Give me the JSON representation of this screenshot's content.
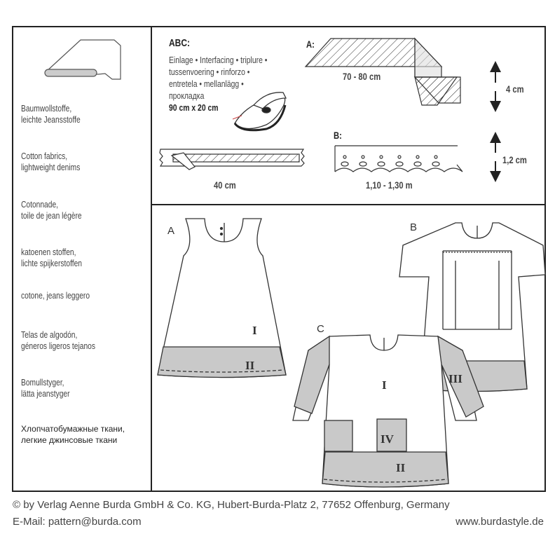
{
  "fabrics": [
    {
      "line1": "Baumwollstoffe,",
      "line2": "leichte Jeansstoffe"
    },
    {
      "line1": "Cotton fabrics,",
      "line2": "lightweight denims"
    },
    {
      "line1": "Cotonnade,",
      "line2": "toile de jean légère"
    },
    {
      "line1": "katoenen stoffen,",
      "line2": "lichte spijkerstoffen"
    },
    {
      "line1": "cotone, jeans leggero",
      "line2": ""
    },
    {
      "line1": "Telas de algodón,",
      "line2": "géneros ligeros tejanos"
    },
    {
      "line1": "Bomullstyger,",
      "line2": "lätta jeanstyger"
    },
    {
      "line1": "Хлопчатобумажные ткани,",
      "line2": "легкие джинсовые ткани"
    }
  ],
  "notions": {
    "abc_title": "ABC:",
    "interfacing_lines": [
      "Einlage • Interfacing • triplure •",
      "tussenvoering • rinforzo •",
      "entretela • mellanlägg •",
      "прокладка"
    ],
    "interfacing_size": "90 cm x 20 cm",
    "zipper_length": "40 cm",
    "a_title": "A:",
    "a_length": "70 - 80 cm",
    "a_width": "4 cm",
    "b_title": "B:",
    "b_length": "1,10 - 1,30 m",
    "b_width": "1,2 cm"
  },
  "views": {
    "a": {
      "label": "A",
      "pieces": [
        "I",
        "II"
      ]
    },
    "b": {
      "label": "B"
    },
    "c": {
      "label": "C",
      "pieces": [
        "I",
        "III",
        "IV",
        "II"
      ]
    }
  },
  "footer": {
    "copyright": "© by Verlag Aenne Burda GmbH & Co. KG, Hubert-Burda-Platz 2, 77652 Offenburg, Germany",
    "email": "E-Mail: pattern@burda.com",
    "website": "www.burdastyle.de"
  },
  "colors": {
    "shade": "#c9c9c9",
    "line": "#333333"
  }
}
